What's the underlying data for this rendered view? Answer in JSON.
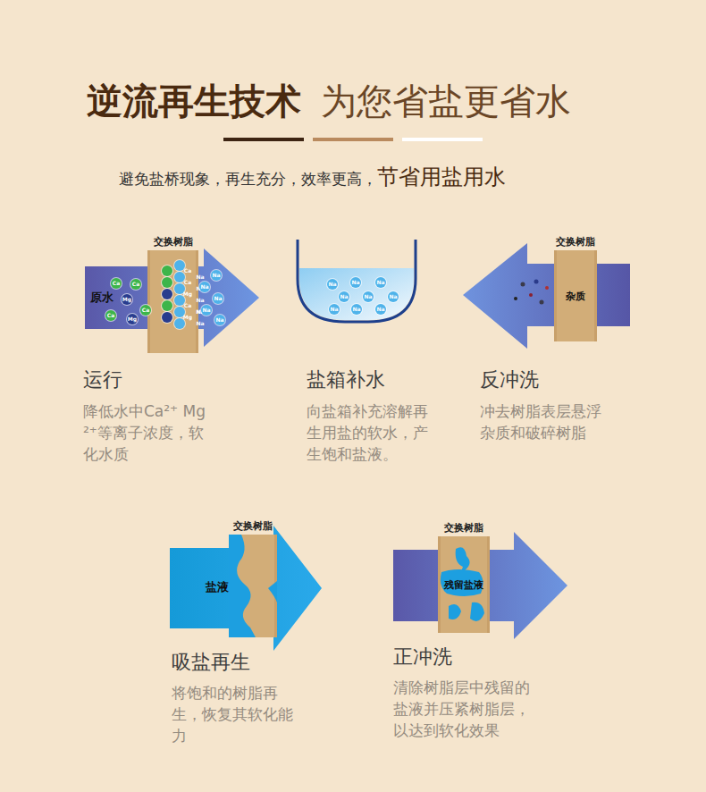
{
  "diagram": {
    "title": "逆流再生技术",
    "nodes": [
      {
        "text": [
          "原水"
        ]
      },
      {
        "text": [
          "交换树脂"
        ],
        "in": 0
      },
      {
        "text": [
          "Ca"
        ],
        "in": 0
      },
      {
        "text": [
          "Ca"
        ],
        "in": 0
      },
      {
        "text": [
          "Ca"
        ],
        "in": 0
      },
      {
        "text": [
          "Mg"
        ],
        "in": 0
      },
      {
        "text": [
          "Ca"
        ],
        "in": 0
      },
      {
        "text": [
          "Mg"
        ],
        "in": 0
      },
      {
        "text": [
          "Na"
        ],
        "in": 1
      },
      {
        "text": [
          "Ca"
        ],
        "in": 1
      },
      {
        "text": [
          "Na"
        ],
        "in": 1
      },
      {
        "text": [
          "Ca"
        ],
        "in": 1
      },
      {
        "text": [
          "Na"
        ],
        "in": 1
      },
      {
        "text": [
          "Mg"
        ],
        "in": 1
      },
      {
        "text": [
          "Na"
        ],
        "in": 1
      },
      {
        "text": [
          "Ca"
        ],
        "in": 1
      },
      {
        "text": [
          "Na"
        ],
        "in": 1
      },
      {
        "text": [
          "Mg"
        ],
        "in": 1
      },
      {
        "text": [
          "Na"
        ],
        "in": 1
      },
      {
        "text": [
          "Na"
        ],
        "in": 0
      },
      {
        "text": [
          "Na"
        ],
        "in": 0
      },
      {
        "text": [
          "Na"
        ],
        "in": 0
      },
      {
        "text": [
          "Na"
        ],
        "in": 0
      },
      {
        "text": [
          "Na"
        ],
        "in": 0
      },
      {
        "text": [
          "Na"
        ]
      },
      {
        "text": [
          "Na"
        ]
      },
      {
        "text": [
          "Na"
        ]
      },
      {
        "text": [
          "Na"
        ]
      },
      {
        "text": [
          "Na"
        ]
      },
      {
        "text": [
          "Na"
        ]
      },
      {
        "text": [
          "Na"
        ]
      },
      {
        "text": [
          "Na"
        ]
      },
      {
        "text": [
          "Na"
        ]
      },
      {
        "text": [
          "交换树脂",
          "杂质"
        ]
      },
      {
        "text": [
          "盐液"
        ]
      },
      {
        "text": [
          "交换树脂"
        ],
        "in": 34
      },
      {
        "text": [
          "交换树脂",
          "残留盐液"
        ]
      }
    ],
    "labels": [
      "为您省盐更省水",
      "避免盐桥现象，再生充分，效率更高，",
      "节省用盐用水",
      "运行",
      "降低水中Ca²⁺ Mg²⁺等离子浓度，软化水质",
      "盐箱补水",
      "向盐箱补充溶解再生用盐的软水，产生饱和盐液。",
      "反冲洗",
      "冲去树脂表层悬浮杂质和破碎树脂",
      "吸盐再生",
      "将饱和的树脂再生，恢复其软化能力",
      "正冲洗",
      "清除树脂层中残留的盐液并压紧树脂层，以达到软化效果"
    ]
  }
}
